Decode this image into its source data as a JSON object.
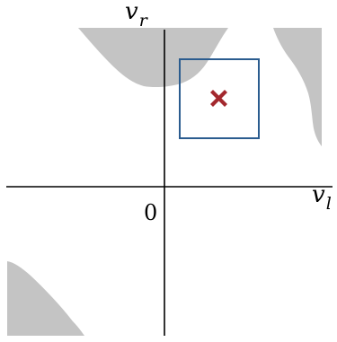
{
  "diagram": {
    "labels": {
      "vertical_axis_base": "v",
      "vertical_axis_sub": "r",
      "horizontal_axis_base": "v",
      "horizontal_axis_sub": "l",
      "origin": "0"
    },
    "colors": {
      "background": "#ffffff",
      "axes": "#000000",
      "region_fill": "#c4c4c4",
      "box_stroke": "#2b5c8f",
      "marker": "#a3282e"
    },
    "marker_icon": "x-cross-marker"
  }
}
